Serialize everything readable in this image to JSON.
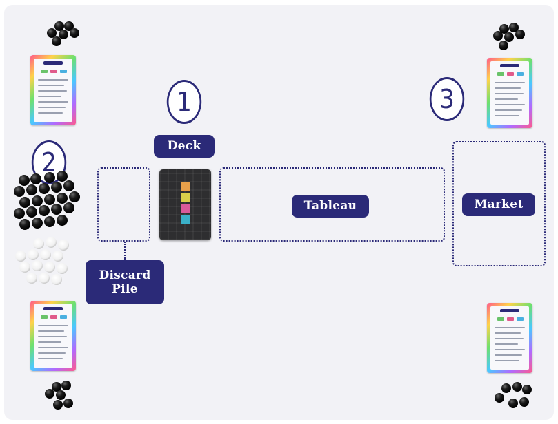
{
  "labels": {
    "deck": "Deck",
    "tableau": "Tableau",
    "market": "Market",
    "discard": "Discard\nPile"
  },
  "players": {
    "p1": "1",
    "p2": "2",
    "p3": "3"
  },
  "colors": {
    "accent": "#2b2a78",
    "board": "#f2f2f6",
    "token_black": "#111111",
    "token_white": "#ffffff"
  },
  "icons": {
    "reference_card": "reference-card-icon",
    "deck_card": "deck-card-icon",
    "black_token": "black-token-icon",
    "white_token": "white-token-icon"
  }
}
